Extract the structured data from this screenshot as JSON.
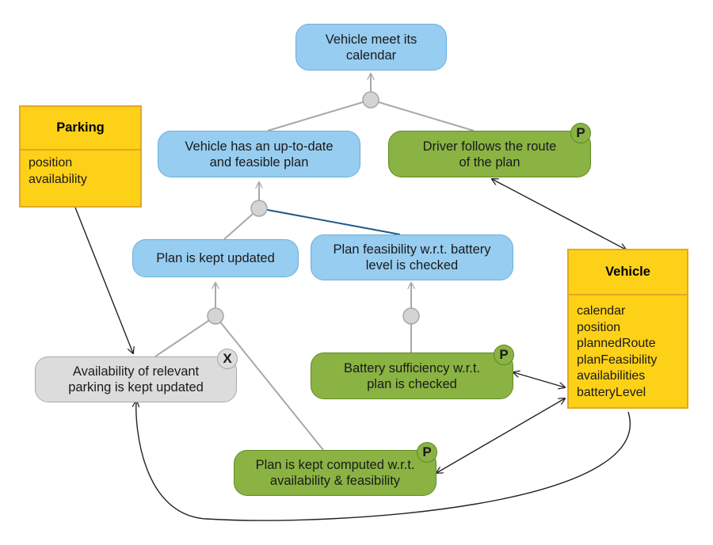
{
  "goals": {
    "vehicle_meet_calendar": "Vehicle meet its\ncalendar",
    "vehicle_plan": "Vehicle has an up-to-date\nand feasible plan",
    "driver_follows": "Driver follows the route\nof the plan",
    "plan_updated": "Plan is kept updated",
    "plan_feasibility": "Plan feasibility w.r.t. battery\nlevel is checked",
    "parking_availability": "Availability of relevant\nparking is kept updated",
    "battery_sufficiency": "Battery sufficiency w.r.t.\nplan is checked",
    "plan_computed": "Plan is kept computed w.r.t.\navailability & feasibility"
  },
  "badges": {
    "p": "P",
    "x": "X"
  },
  "parking": {
    "title": "Parking",
    "attributes": [
      "position",
      "availability"
    ]
  },
  "vehicle": {
    "title": "Vehicle",
    "attributes": [
      "calendar",
      "position",
      "plannedRoute",
      "planFeasibility",
      "availabilities",
      "batteryLevel"
    ]
  },
  "colors": {
    "goal_blue": "#97cdf0",
    "goal_green": "#8ab343",
    "goal_grey": "#dcdcdc",
    "class_yellow": "#fdd118",
    "class_border": "#e4a722",
    "refinement_line": "#a8a8a8",
    "conflict_line": "#1f5a8a",
    "arrow": "#222222"
  }
}
